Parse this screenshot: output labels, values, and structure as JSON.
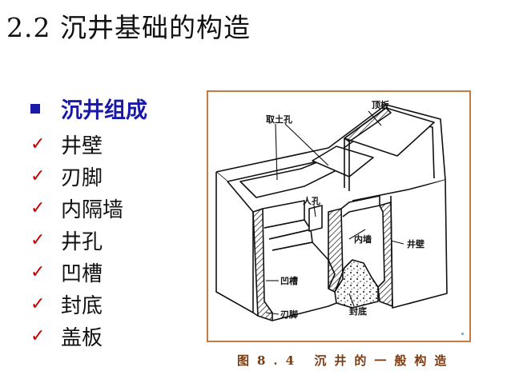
{
  "title": "2.2 沉井基础的构造",
  "section": {
    "label": "沉井组成"
  },
  "items": [
    {
      "label": "井壁"
    },
    {
      "label": "刃脚"
    },
    {
      "label": "内隔墙"
    },
    {
      "label": "井孔"
    },
    {
      "label": "凹槽"
    },
    {
      "label": "封底"
    },
    {
      "label": "盖板"
    }
  ],
  "figure": {
    "labels": {
      "soil_hole": "取土孔",
      "cover": "顶板",
      "manhole": "人孔",
      "inner_wall": "内墙",
      "well_wall": "井壁",
      "groove": "凹槽",
      "cutting_edge": "刃脚",
      "bottom_seal": "封底"
    },
    "caption": "图8.4 沉井的一般构造"
  },
  "colors": {
    "section_blue": "#1a1aa8",
    "check_red": "#c00000",
    "frame_brown": "#c47a43",
    "caption_brown": "#7a3a12"
  }
}
